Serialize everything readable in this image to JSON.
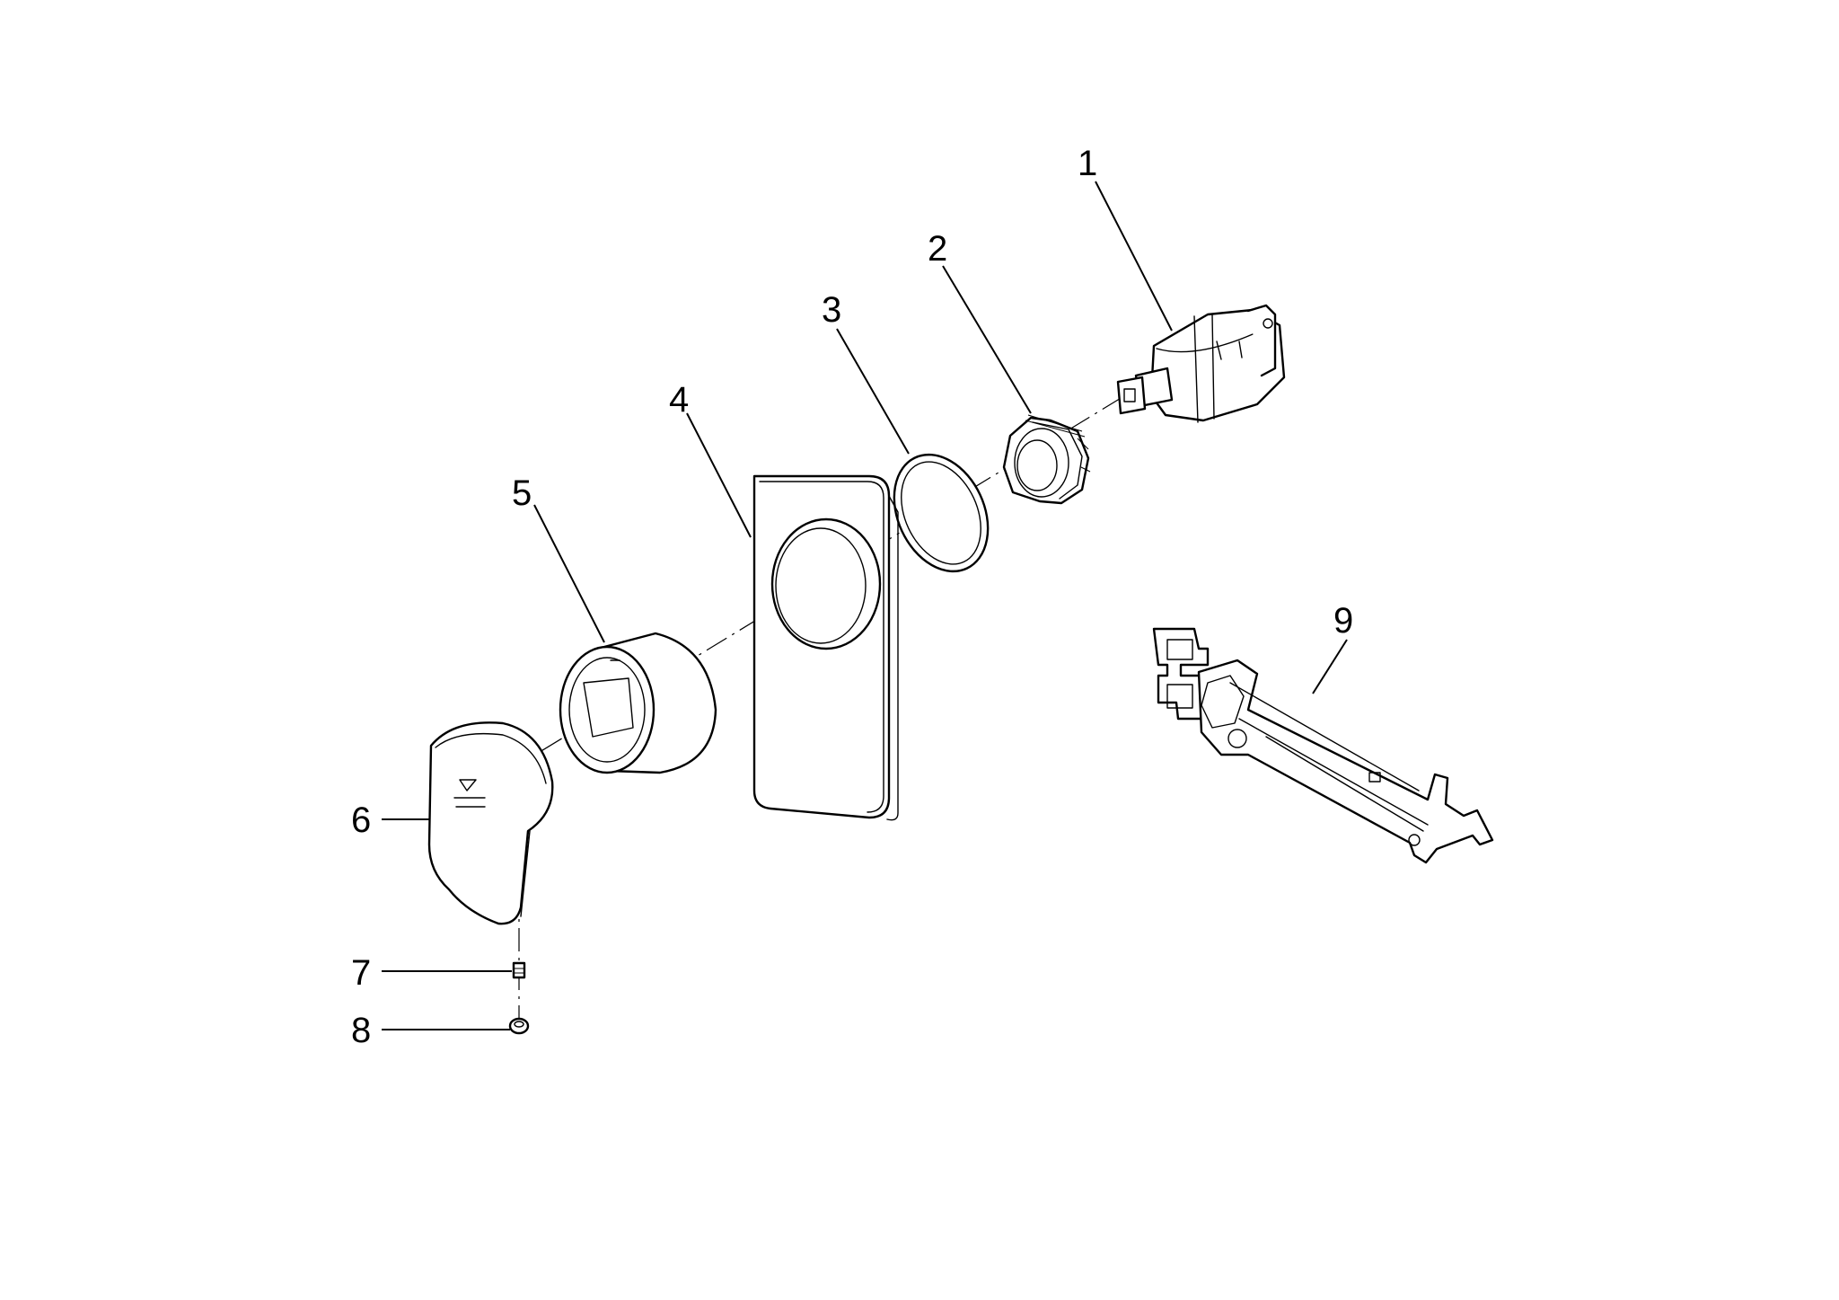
{
  "callouts": [
    {
      "label": "1",
      "part_icon": "cartridge-icon"
    },
    {
      "label": "2",
      "part_icon": "threaded-nut-icon"
    },
    {
      "label": "3",
      "part_icon": "o-ring-icon"
    },
    {
      "label": "4",
      "part_icon": "cover-plate-icon"
    },
    {
      "label": "5",
      "part_icon": "sleeve-icon"
    },
    {
      "label": "6",
      "part_icon": "lever-handle-icon"
    },
    {
      "label": "7",
      "part_icon": "grub-screw-icon"
    },
    {
      "label": "8",
      "part_icon": "cap-icon"
    },
    {
      "label": "9",
      "part_icon": "assembly-wrench-icon"
    }
  ],
  "colors": {
    "line": "#000000",
    "background": "#ffffff"
  }
}
